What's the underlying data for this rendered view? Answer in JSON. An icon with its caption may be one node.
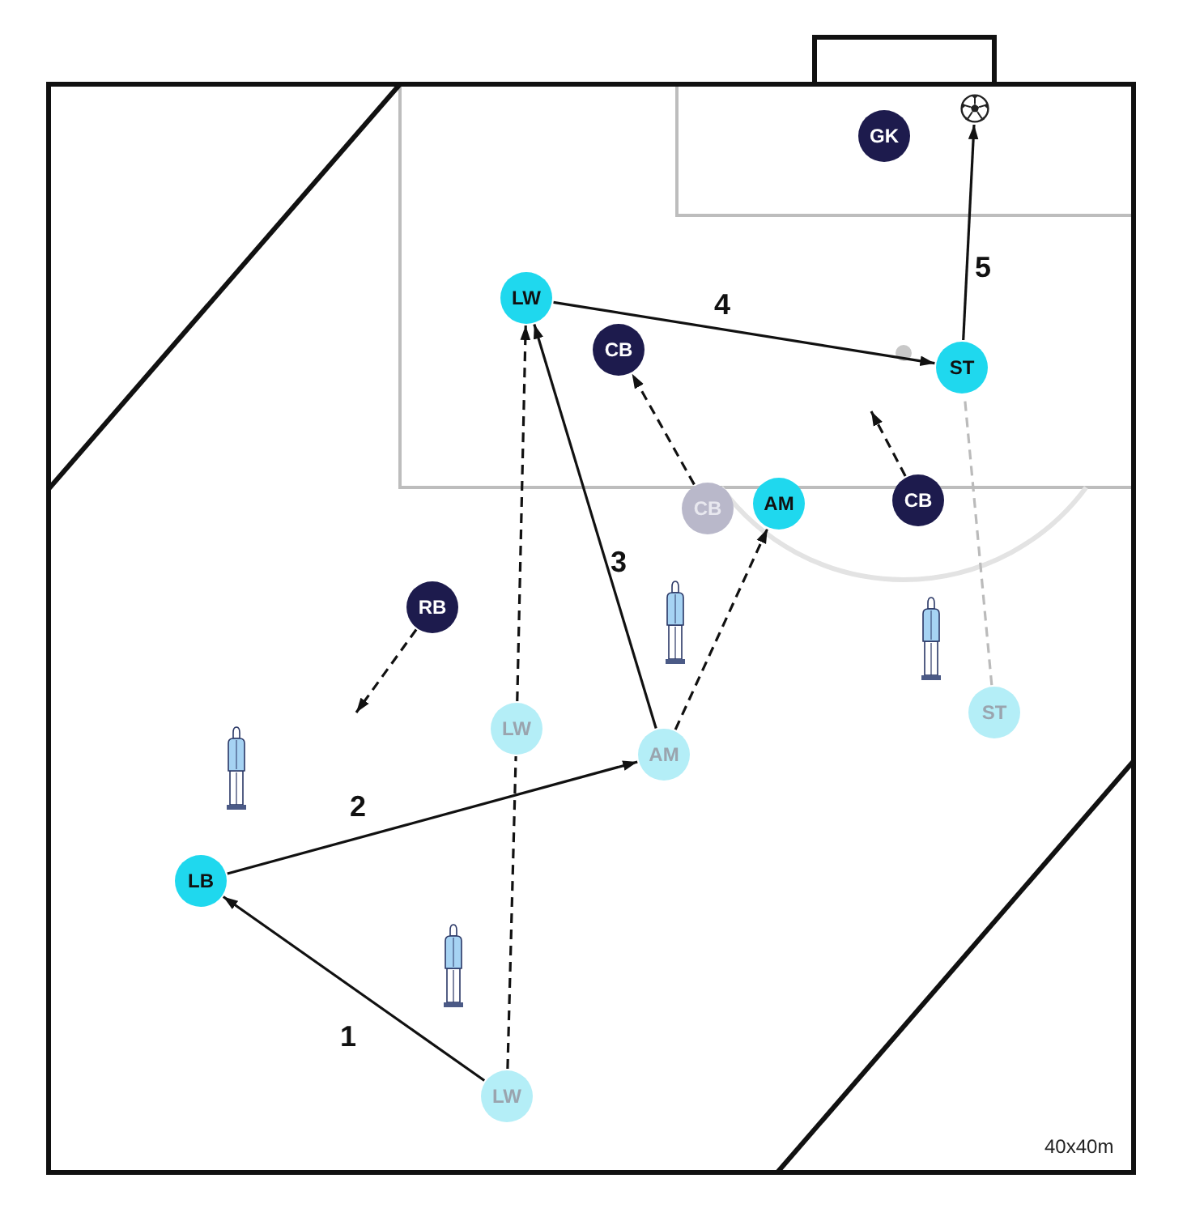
{
  "diagram": {
    "nodes": [
      {
        "text": [
          "GK"
        ]
      },
      {
        "text": [],
        "shape": "ball"
      },
      {
        "text": [
          "LW"
        ]
      },
      {
        "text": [
          "CB"
        ]
      },
      {
        "text": [
          "ST"
        ]
      },
      {
        "text": [
          "CB"
        ]
      },
      {
        "text": [
          "AM"
        ]
      },
      {
        "text": [
          "CB"
        ]
      },
      {
        "text": [
          "RB"
        ]
      },
      {
        "text": [
          "LW"
        ]
      },
      {
        "text": [
          "AM"
        ]
      },
      {
        "text": [
          "ST"
        ]
      },
      {
        "text": [
          "LB"
        ]
      },
      {
        "text": [
          "LW"
        ]
      }
    ],
    "edges": [
      {
        "from": 13,
        "to": 12,
        "arrow": "to",
        "label": "1"
      },
      {
        "from": 12,
        "to": 10,
        "arrow": "to",
        "label": "2"
      },
      {
        "from": 10,
        "to": 2,
        "arrow": "to",
        "label": "3"
      },
      {
        "from": 2,
        "to": 4,
        "arrow": "to",
        "label": "4"
      },
      {
        "from": 4,
        "to": 1,
        "arrow": "to",
        "label": "5"
      },
      {
        "from": 13,
        "to": 9,
        "arrow": "none",
        "style": "dashed"
      },
      {
        "from": 9,
        "to": 2,
        "arrow": "to",
        "style": "dashed"
      },
      {
        "from": 5,
        "to": 3,
        "arrow": "to",
        "style": "dashed"
      },
      {
        "from": 10,
        "to": 6,
        "arrow": "to",
        "style": "dashed"
      },
      {
        "from": 7,
        "to": null,
        "arrow": "to",
        "style": "dashed"
      },
      {
        "from": 8,
        "to": null,
        "arrow": "to",
        "style": "dashed"
      },
      {
        "from": 11,
        "to": 4,
        "arrow": "none",
        "style": "dashed",
        "color": "#bbbbbb"
      }
    ],
    "labels": [
      "40x40m"
    ]
  }
}
